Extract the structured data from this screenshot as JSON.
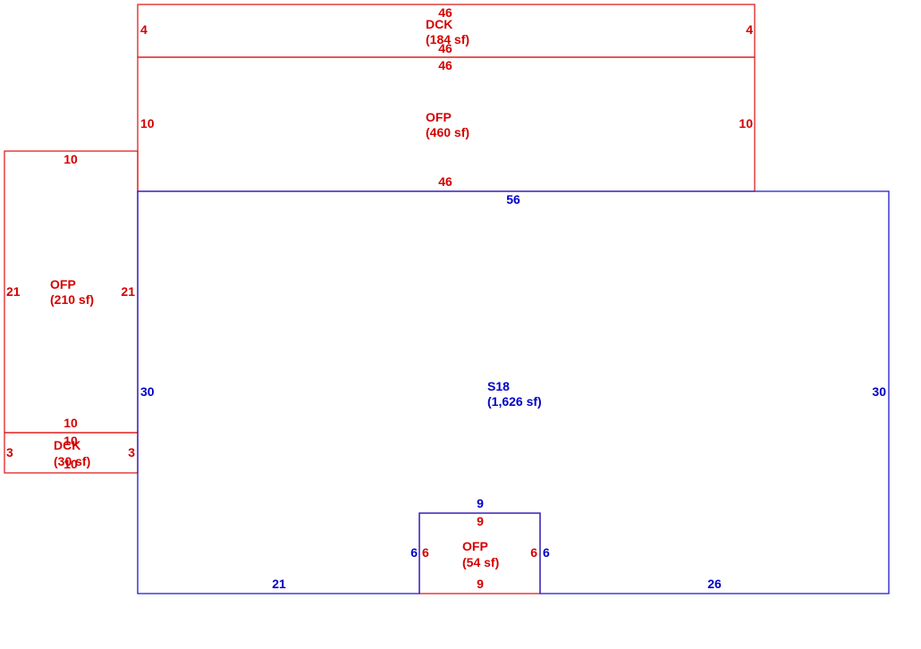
{
  "colors": {
    "secondary": "#d40000",
    "main": "#0000c8"
  },
  "sketch": {
    "dck_top": {
      "code": "DCK",
      "area": "(184 sf)",
      "dim_top": "46",
      "dim_bottom": "46",
      "dim_left": "4",
      "dim_right": "4"
    },
    "ofp_top": {
      "code": "OFP",
      "area": "(460 sf)",
      "dim_top": "46",
      "dim_bottom": "46",
      "dim_left": "10",
      "dim_right": "10"
    },
    "ofp_left": {
      "code": "OFP",
      "area": "(210 sf)",
      "dim_top": "10",
      "dim_bottom": "10",
      "dim_left": "21",
      "dim_right": "21"
    },
    "dck_left": {
      "code": "DCK",
      "area": "(30 sf)",
      "dim_top": "10",
      "dim_bottom": "10",
      "dim_left": "3",
      "dim_right": "3"
    },
    "main": {
      "code": "S18",
      "area": "(1,626 sf)",
      "dim_top": "56",
      "dim_left": "30",
      "dim_right": "30",
      "dim_bottom_left": "21",
      "dim_bottom_right": "26",
      "dim_notch_top": "9",
      "dim_notch_left": "6",
      "dim_notch_right": "6"
    },
    "ofp_bottom": {
      "code": "OFP",
      "area": "(54 sf)",
      "dim_top": "9",
      "dim_bottom": "9",
      "dim_left": "6",
      "dim_right": "6"
    }
  }
}
